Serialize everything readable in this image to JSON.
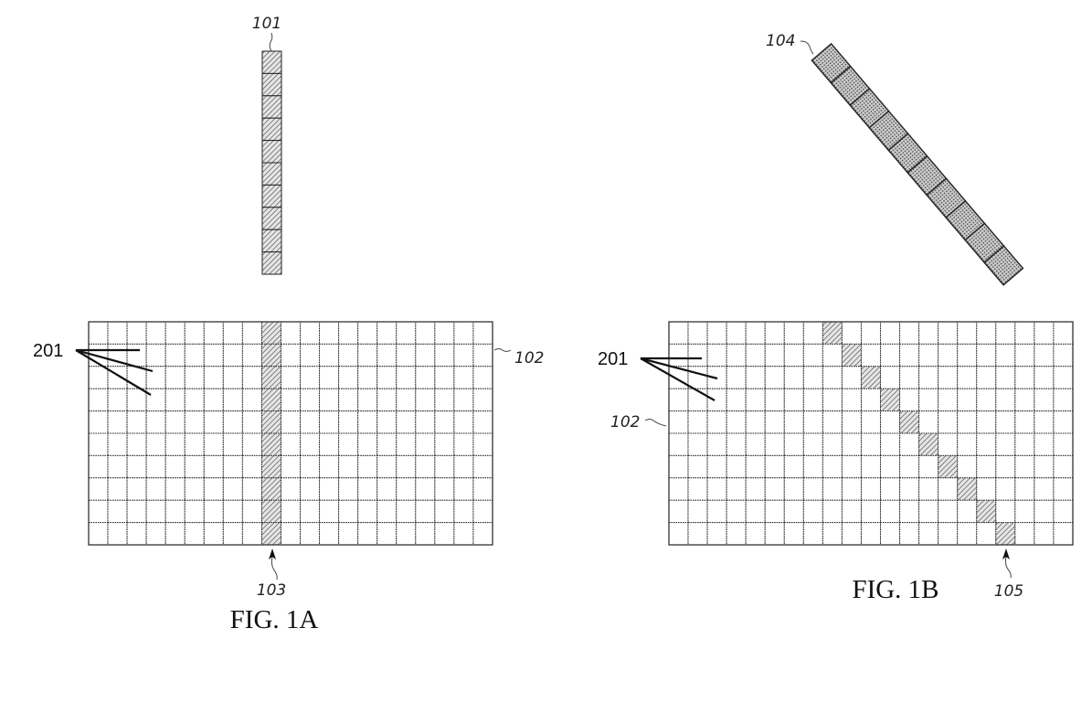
{
  "figures": {
    "fig1a": {
      "caption": "FIG. 1A",
      "labels": {
        "bar": "101",
        "grid": "102",
        "column": "103",
        "cells": "201"
      },
      "grid": {
        "columns": 21,
        "rows": 10,
        "shaded_column": 9
      },
      "bar_cells": 10
    },
    "fig1b": {
      "caption": "FIG. 1B",
      "labels": {
        "bar": "104",
        "grid": "102",
        "cell": "105",
        "cells": "201"
      },
      "grid": {
        "columns": 21,
        "rows": 10,
        "diagonal_start_column": 8
      },
      "bar_cells": 10
    }
  },
  "colors": {
    "line": "#222222",
    "hatch": "#555555"
  }
}
